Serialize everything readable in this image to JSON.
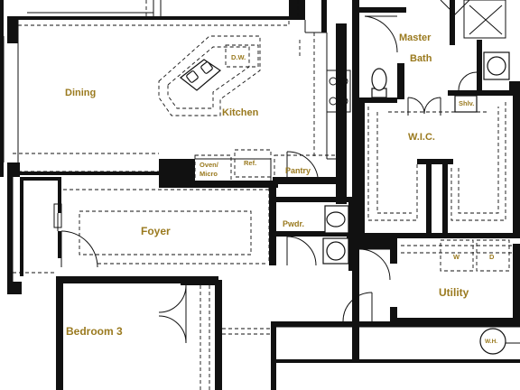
{
  "rooms": {
    "dining": "Dining",
    "kitchen": "Kitchen",
    "master_bath_line1": "Master",
    "master_bath_line2": "Bath",
    "wic": "W.I.C.",
    "pantry": "Pantry",
    "foyer": "Foyer",
    "powder": "Pwdr.",
    "utility": "Utility",
    "bedroom3": "Bedroom 3"
  },
  "fixtures": {
    "dishwasher": "D.W.",
    "oven_line1": "Oven/",
    "oven_line2": "Micro",
    "refrigerator": "Ref.",
    "shelves": "Shlv.",
    "washer": "W",
    "dryer": "D",
    "water_heater": "W.H."
  },
  "colors": {
    "label": "#9a7a1f",
    "walls": "#111111"
  }
}
